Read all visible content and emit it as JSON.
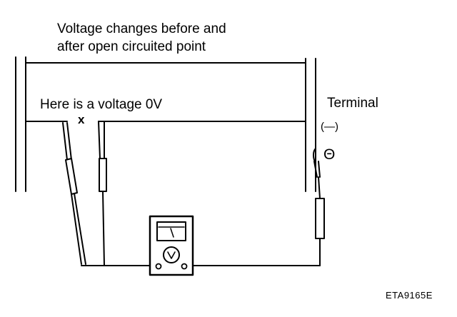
{
  "title_lines": [
    "Voltage changes before and",
    "after open circuited point"
  ],
  "voltage_label": "Here is a voltage 0V",
  "break_mark": "x",
  "terminal": {
    "label": "Terminal",
    "polarity": "(—)",
    "negative_symbol": "Θ"
  },
  "figure_code": "ETA9165E",
  "colors": {
    "line": "#000000",
    "background": "#ffffff"
  },
  "icons": [
    "open-circuit-x-icon",
    "voltmeter-icon",
    "dial-v-icon",
    "negative-terminal-icon"
  ]
}
